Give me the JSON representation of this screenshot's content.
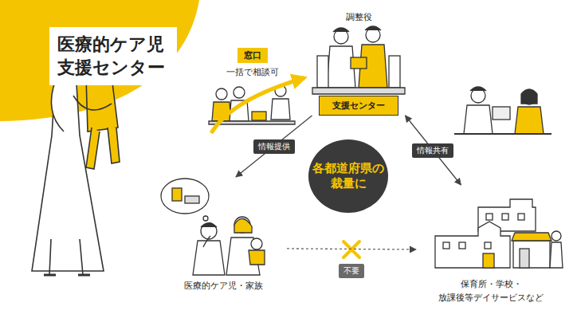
{
  "diagram": {
    "nodes": [
      {
        "text": [
          "医療的ケア児 支援センター"
        ]
      },
      {
        "text": [
          "窓口",
          "一括で相談可"
        ]
      },
      {
        "text": [
          "調整役",
          "支援センター"
        ]
      },
      {
        "text": [
          "各都道府県の 裁量に"
        ]
      },
      {
        "text": [
          "医療的ケア児・家族"
        ]
      },
      {
        "text": [
          "保育所・学校・ 放課後等デイサービスなど"
        ]
      }
    ],
    "edges": [
      {
        "from": 1,
        "to": 2,
        "arrow": "to"
      },
      {
        "from": 2,
        "to": 4,
        "label": "情報提供",
        "arrow": "to"
      },
      {
        "from": 2,
        "to": 5,
        "label": "情報共有",
        "arrow": "both"
      },
      {
        "from": 4,
        "to": 5,
        "label": "不要",
        "arrow": "to"
      }
    ]
  }
}
